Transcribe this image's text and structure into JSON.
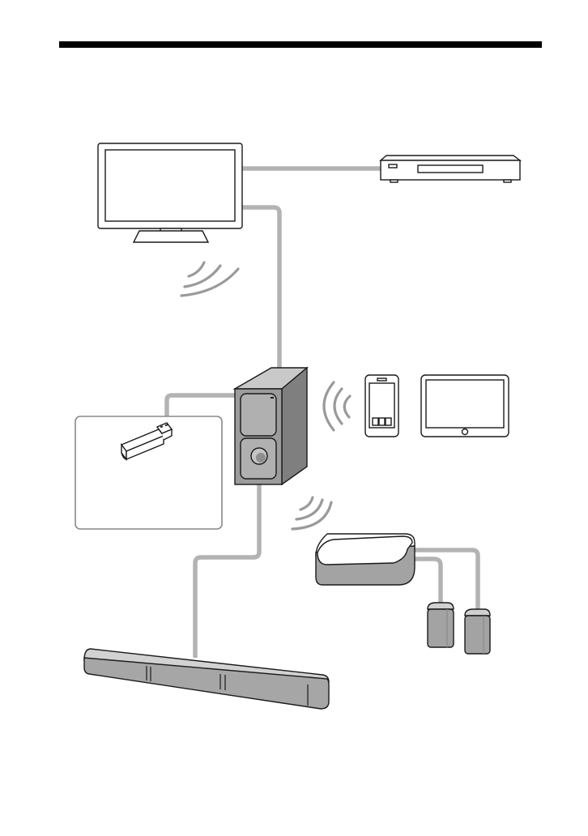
{
  "page": {
    "rule_color": "#000000"
  },
  "diagram": {
    "description_free": true,
    "colors": {
      "cable": "#b3b3b3",
      "wireless_waves": "#9a9a9a",
      "outline": "#1a1a1a",
      "subwoofer_front": "#9c9c9c",
      "subwoofer_side": "#7f7f7f",
      "soundbar": "#a6a6a6",
      "wireless_speaker": "#a3a3a3",
      "usb_panel_border": "#888888"
    },
    "devices": [
      {
        "id": "tv",
        "icon": "tv-icon"
      },
      {
        "id": "player",
        "icon": "disc-player-icon"
      },
      {
        "id": "subwoofer",
        "icon": "subwoofer-icon"
      },
      {
        "id": "usb",
        "icon": "usb-stick-icon"
      },
      {
        "id": "smartphone",
        "icon": "smartphone-icon"
      },
      {
        "id": "tablet",
        "icon": "tablet-icon"
      },
      {
        "id": "wireless-hub",
        "icon": "hub-icon"
      },
      {
        "id": "speaker-left",
        "icon": "speaker-icon"
      },
      {
        "id": "speaker-right",
        "icon": "speaker-icon"
      },
      {
        "id": "soundbar",
        "icon": "soundbar-icon"
      }
    ]
  }
}
